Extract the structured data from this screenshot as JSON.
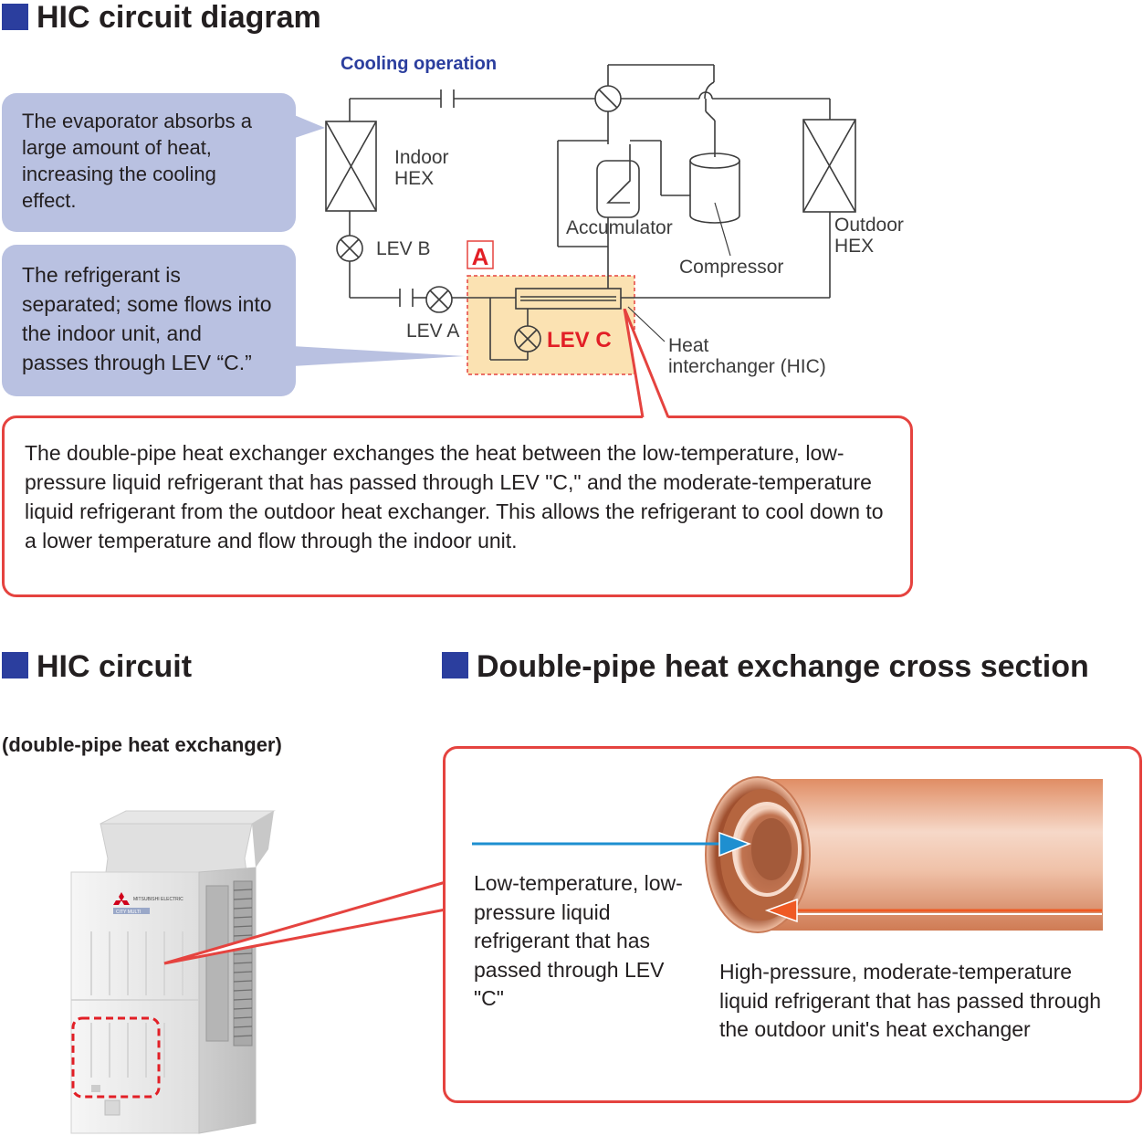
{
  "titles": {
    "diagram": "HIC circuit diagram",
    "circuit": "HIC circuit",
    "circuit_sub": "(double-pipe heat exchanger)",
    "cross": "Double-pipe heat exchange cross section"
  },
  "diagram": {
    "mode": "Cooling operation",
    "bubble1": "The evaporator absorbs a large amount of heat, increasing the cooling effect.",
    "bubble2": "The refrigerant is separated; some flows into the indoor unit, and passes through LEV “C.”",
    "indoor_hex": [
      "Indoor",
      "HEX"
    ],
    "outdoor_hex": [
      "Outdoor",
      "HEX"
    ],
    "accumulator": "Accumulator",
    "compressor": "Compressor",
    "lev_a": "LEV A",
    "lev_b": "LEV B",
    "lev_c": "LEV C",
    "region_a": "A",
    "hic": [
      "Heat",
      "interchanger (HIC)"
    ],
    "callout": "The double-pipe heat exchanger exchanges the heat between the low-temperature, low-pressure liquid refrigerant that has passed through LEV \"C,\" and the moderate-temperature liquid refrigerant from the outdoor heat exchanger. This allows the refrigerant to cool down to a lower temperature and flow through the indoor unit."
  },
  "unit": {
    "brand": "MITSUBISHI ELECTRIC",
    "model": "CITY MULTI"
  },
  "cross": {
    "low_text": "Low-temperature, low-pressure liquid refrigerant that has passed through LEV \"C\"",
    "high_text": "High-pressure, moderate-temperature liquid refrigerant that has passed through the outdoor unit's heat exchanger"
  },
  "colors": {
    "title_square": "#2b3e9e",
    "bubble": "#b9c1e1",
    "callout_border": "#e5433f",
    "highlight": "#fbe2b2",
    "lev_c_text": "#e21f26",
    "mode_text": "#2b3e9e",
    "cold_arrow": "#1e8fd0",
    "hot_arrow": "#ef5a24",
    "copper": "#d98a64"
  }
}
